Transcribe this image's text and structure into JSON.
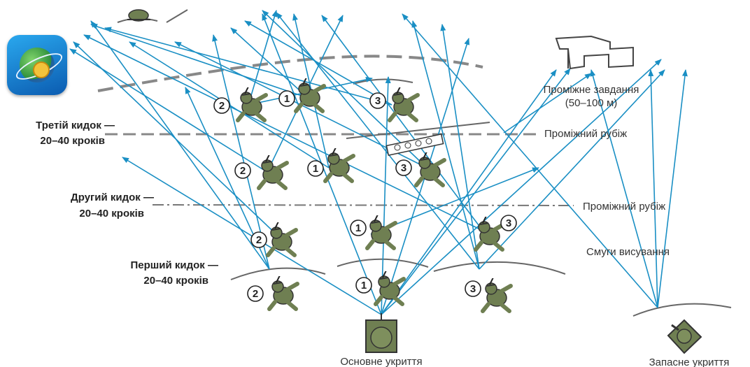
{
  "labels": {
    "third_throw_line1": "Третій кидок —",
    "third_throw_line2": "20–40 кроків",
    "second_throw_line1": "Другий кидок —",
    "second_throw_line2": "20–40 кроків",
    "first_throw_line1": "Перший кидок —",
    "first_throw_line2": "20–40 кроків",
    "intermediate_task_line1": "Проміжне завдання",
    "intermediate_task_line2": "(50–100 м)",
    "intermediate_line_upper": "Проміжний рубіж",
    "intermediate_line_lower": "Проміжний рубіж",
    "advance_lanes": "Смуги висування",
    "main_cover": "Основне укриття",
    "reserve_cover": "Запасне укриття"
  },
  "soldier_numbers": [
    "2",
    "1",
    "3",
    "2",
    "1",
    "3",
    "2",
    "1",
    "3",
    "2",
    "1",
    "3"
  ],
  "colors": {
    "arrow": "#1a8fc4",
    "soldier": "#6f7f52",
    "soldier_outline": "#333333",
    "line": "#666666"
  },
  "icons": {
    "app_icon": "globe-app-icon"
  }
}
